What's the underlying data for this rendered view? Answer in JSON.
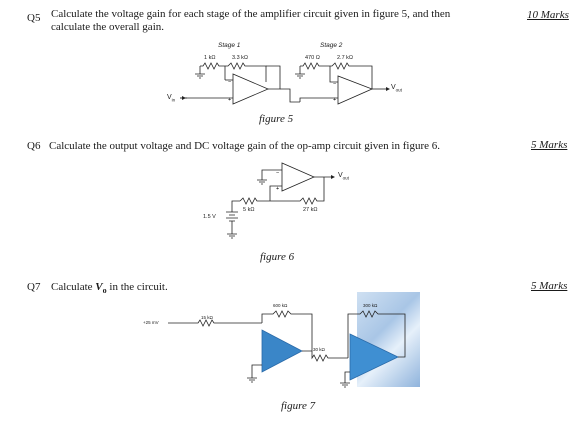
{
  "q5": {
    "number": "Q5",
    "text_line1": "Calculate the voltage gain for each stage of the amplifier circuit given in figure 5, and then",
    "text_line2": "calculate the overall gain.",
    "marks": "10 Marks",
    "figure": {
      "stage1": "Stage 1",
      "stage2": "Stage 2",
      "r1": "1 kΩ",
      "r2": "3.3 kΩ",
      "r3": "470 Ω",
      "r4": "2.7 kΩ",
      "vin": "V",
      "vin_sub": "in",
      "vout": "V",
      "vout_sub": "out",
      "caption": "figure 5"
    }
  },
  "q6": {
    "number": "Q6",
    "text": "Calculate the output voltage and DC voltage gain of the op-amp circuit given in figure 6.",
    "marks": "5 Marks",
    "figure": {
      "r1": "5 kΩ",
      "r2": "27 kΩ",
      "vsrc": "1.5 V",
      "vout": "V",
      "vout_sub": "out",
      "caption": "figure 6"
    }
  },
  "q7": {
    "number": "Q7",
    "text_prefix": "Calculate ",
    "text_var": "V",
    "text_sub": "o",
    "text_suffix": " in the circuit.",
    "marks": "5 Marks",
    "figure": {
      "vin": "+25 mV",
      "r1": "15 kΩ",
      "r2": "600 kΩ",
      "r3": "30 kΩ",
      "r4": "300 kΩ",
      "caption": "figure 7"
    }
  }
}
